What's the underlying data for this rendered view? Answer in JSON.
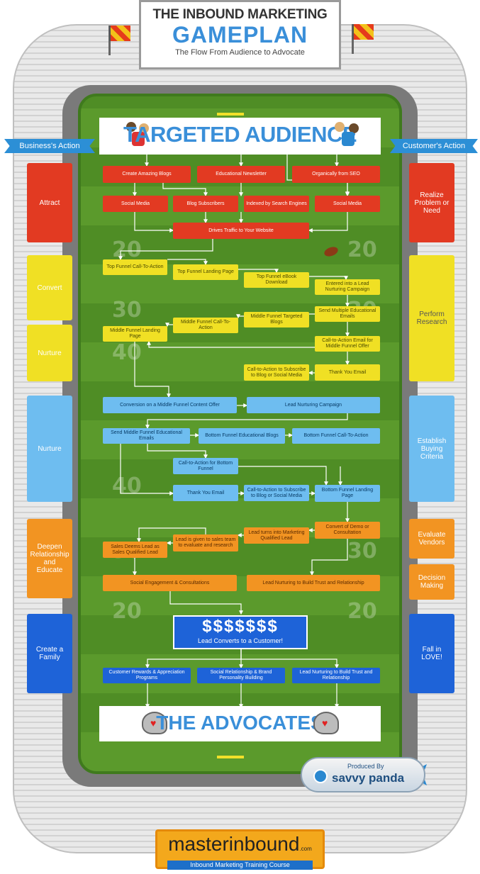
{
  "header": {
    "title": "THE INBOUND MARKETING",
    "game": "GAMEPLAN",
    "subtitle": "The Flow From Audience to Advocate"
  },
  "banners": {
    "left": "Business's Action",
    "right": "Customer's Action"
  },
  "business_actions": [
    "Attract",
    "Convert",
    "Nurture",
    "Nurture",
    "Deepen Relationship and Educate",
    "Create a Family"
  ],
  "customer_actions": [
    "Realize Problem or Need",
    "Perform Research",
    "Establish Buying Criteria",
    "Evaluate Vendors",
    "Decision Making",
    "Fall in LOVE!"
  ],
  "top": {
    "title": "TARGETED AUDIENCE"
  },
  "flow": {
    "create_blogs": "Create Amazing Blogs",
    "newsletter": "Educational Newsletter",
    "organic_seo": "Organically from SEO",
    "social_media_1": "Social Media",
    "blog_subscribers": "Blog Subscribers",
    "indexed": "Indexed by Search Engines",
    "social_media_2": "Social Media",
    "drives_traffic": "Drives Traffic to Your Website",
    "tofu_cta": "Top Funnel Call-To-Action",
    "tofu_landing": "Top Funnel Landing Page",
    "tofu_ebook": "Top Funnel eBook Download",
    "lead_nurturing_campaign_entry": "Entered into a Lead Nurturing Campaign",
    "send_multiple": "Send Multiple Educational Emails",
    "mofu_blogs": "Middle Funnel Targeted Blogs",
    "mofu_cta": "Middle Funnel Call-To-Action",
    "mofu_landing": "Middle Funnel Landing Page",
    "cta_email_mofu": "Call-to-Action Email for Middle Funnel Offer",
    "cta_subscribe_1": "Call-to-Action to Subscribe to Blog or Social Media",
    "thank_you_1": "Thank You Email",
    "conversion_mofu": "Conversion on a Middle Funnel Content Offer",
    "lead_nurturing_campaign": "Lead Nurturing Campaign",
    "send_mofu_emails": "Send Middle Funnel Educational Emails",
    "bofu_blogs": "Bottom Funnel Educational Blogs",
    "bofu_cta": "Bottom Funnel Call-To-Action",
    "cta_bofu": "Call-to-Action for Bottom Funnel",
    "thank_you_2": "Thank You Email",
    "cta_subscribe_2": "Call-to-Action to Subscribe to Blog or Social Media",
    "bofu_landing": "Bottom Funnel Landing Page",
    "demo": "Convert of Demo or Consultation",
    "mql": "Lead turns into Marketing Qualified Lead",
    "given_sales": "Lead is given to sales team to evaluate and research",
    "sql": "Sales Deems Lead as Sales Qualified Lead",
    "social_engagement": "Social Engagement & Consultations",
    "lead_nurturing_trust": "Lead Nurturing to Build Trust and Relationship",
    "dollars": "$$$$$$$",
    "converts": "Lead Converts to a Customer!",
    "rewards": "Customer Rewards & Appreciation Programs",
    "social_relationship": "Social Relationship & Brand Personality Building",
    "lead_nurturing_trust_2": "Lead Nurturing to Build Trust and Relationship"
  },
  "bottom": {
    "title": "THE ADVOCATES"
  },
  "field_numbers": [
    "20",
    "20",
    "30",
    "30",
    "40",
    "40",
    "30",
    "30",
    "20",
    "20"
  ],
  "blimp": {
    "produced_by": "Produced By",
    "name": "savvy panda"
  },
  "footer": {
    "logo": "masterinbound",
    "com": ".com",
    "subtitle": "Inbound Marketing Training Course"
  },
  "colors": {
    "attract": "#e23a22",
    "convert": "#f0e024",
    "nurture": "#6ebdf0",
    "deepen": "#f29422",
    "family": "#1e63d8",
    "brand": "#3a8fd9"
  }
}
